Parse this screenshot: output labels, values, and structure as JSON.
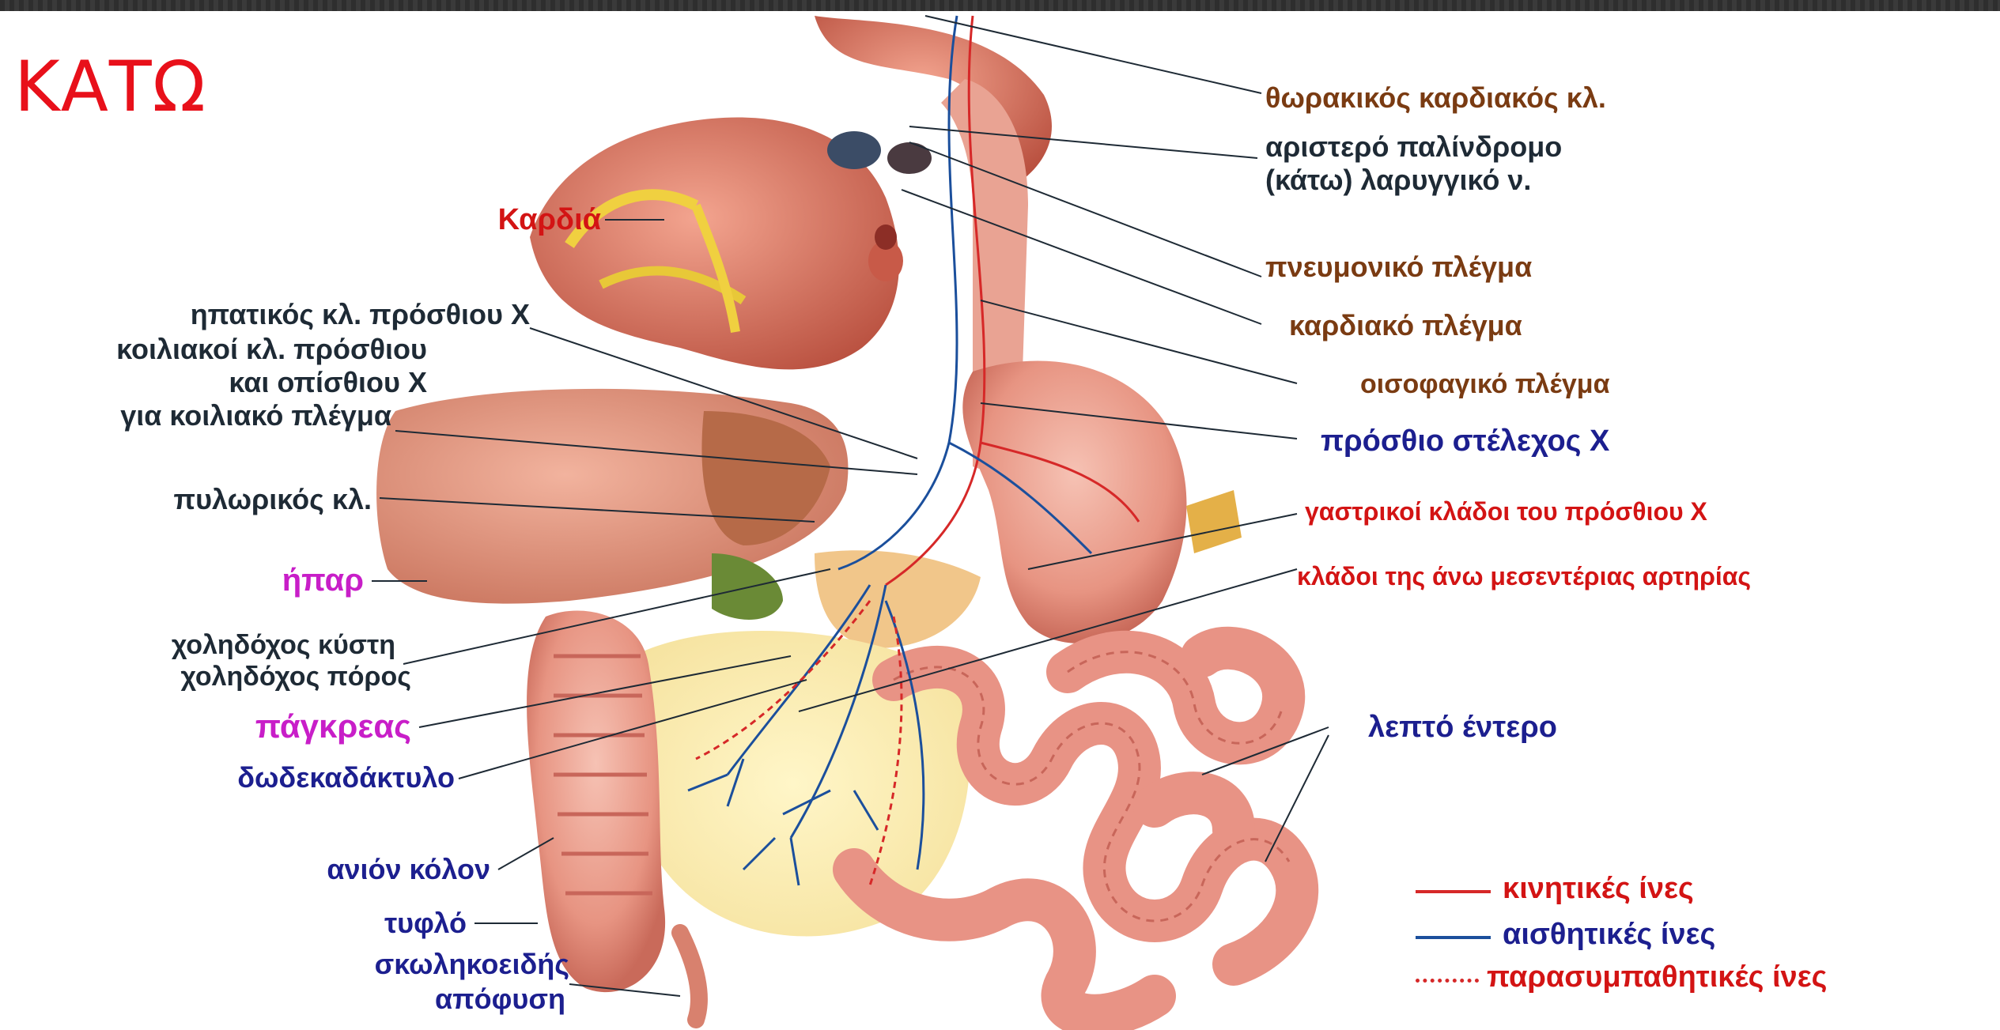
{
  "slide_title": "ΚΑΤΩ",
  "colors": {
    "title": "#e8101a",
    "motor": "#d62828",
    "sensory": "#1b4f9c",
    "parasympathetic": "#d62828"
  },
  "labels_right": {
    "thoracic_cardiac": "θωρακικός καρδιακός κλ.",
    "recurrent_laryngeal_1": "αριστερό παλίνδρομο",
    "recurrent_laryngeal_2": "(κάτω) λαρυγγικό ν.",
    "pulmonary_plexus": "πνευμονικό πλέγμα",
    "cardiac_plexus": "καρδιακό πλέγμα",
    "esophageal_plexus": "οισοφαγικό πλέγμα",
    "anterior_trunk": "πρόσθιο στέλεχος Χ",
    "gastric_branches": "γαστρικοί κλάδοι του πρόσθιου Χ",
    "sma_branches": "κλάδοι της άνω μεσεντέριας αρτηρίας",
    "small_intestine": "λεπτό έντερο"
  },
  "labels_left": {
    "heart": "Καρδιά",
    "hepatic_branch": "ηπατικός κλ. πρόσθιου Χ",
    "celiac_1": "κοιλιακοί κλ. πρόσθιου",
    "celiac_2": "και οπίσθιου Χ",
    "celiac_3": "για κοιλιακό πλέγμα",
    "pyloric": "πυλωρικός κλ.",
    "liver": "ήπαρ",
    "gallbladder": "χοληδόχος κύστη",
    "bile_duct": "χοληδόχος πόρος",
    "pancreas": "πάγκρεας",
    "duodenum": "δωδεκαδάκτυλο",
    "ascending_colon": "ανιόν κόλον",
    "cecum": "τυφλό",
    "appendix_1": "σκωληκοειδής",
    "appendix_2": "απόφυση"
  },
  "legend": [
    {
      "label": "κινητικές ίνες",
      "style": "solid",
      "color": "#d62828"
    },
    {
      "label": "αισθητικές ίνες",
      "style": "solid",
      "color": "#1b4f9c"
    },
    {
      "label": "παρασυμπαθητικές ίνες",
      "style": "dotted",
      "color": "#d62828"
    }
  ]
}
